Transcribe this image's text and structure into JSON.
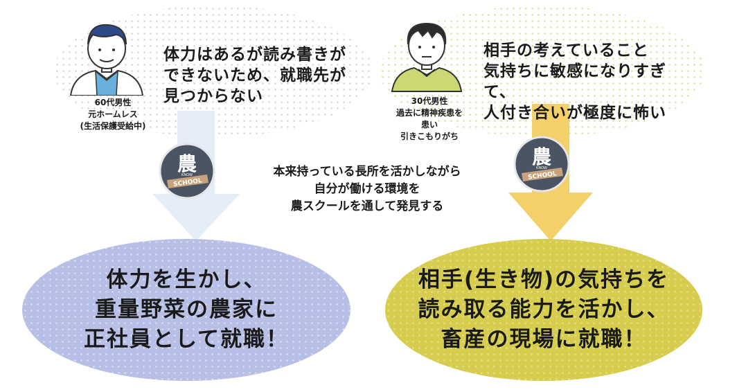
{
  "colors": {
    "left_arrow": "#e4edf8",
    "right_arrow": "#f3d06a",
    "left_ellipse": "#b8bfe6",
    "right_ellipse": "#d6cc4e",
    "logo_bg": "#4a5462",
    "logo_ribbon": "#c8a27a"
  },
  "left_person": {
    "icon": "older-man-icon",
    "caption_lines": [
      "60代男性",
      "元ホームレス",
      "(生活保護受給中)"
    ],
    "speech_lines": [
      "体力はあるが読み書きが",
      "できないため、就職先が",
      "見つからない"
    ]
  },
  "right_person": {
    "icon": "young-man-icon",
    "caption_lines": [
      "30代男性",
      "過去に精神疾患を",
      "患い",
      "引きこもりがち"
    ],
    "speech_lines": [
      "相手の考えていること",
      "気持ちに敏感になりすぎ",
      "て、",
      "人付き合いが極度に怖い"
    ]
  },
  "logo": {
    "kanji": "農",
    "know": "KNOW",
    "school": "SCHOOL"
  },
  "center_message": [
    "本来持っている長所を活かしながら",
    "自分が働ける環境を",
    "農スクールを通して発見する"
  ],
  "left_result": [
    "体力を生かし、",
    "重量野菜の農家に",
    "正社員として就職！"
  ],
  "right_result": [
    "相手(生き物)の気持ちを",
    "読み取る能力を活かし、",
    "畜産の現場に就職！"
  ]
}
